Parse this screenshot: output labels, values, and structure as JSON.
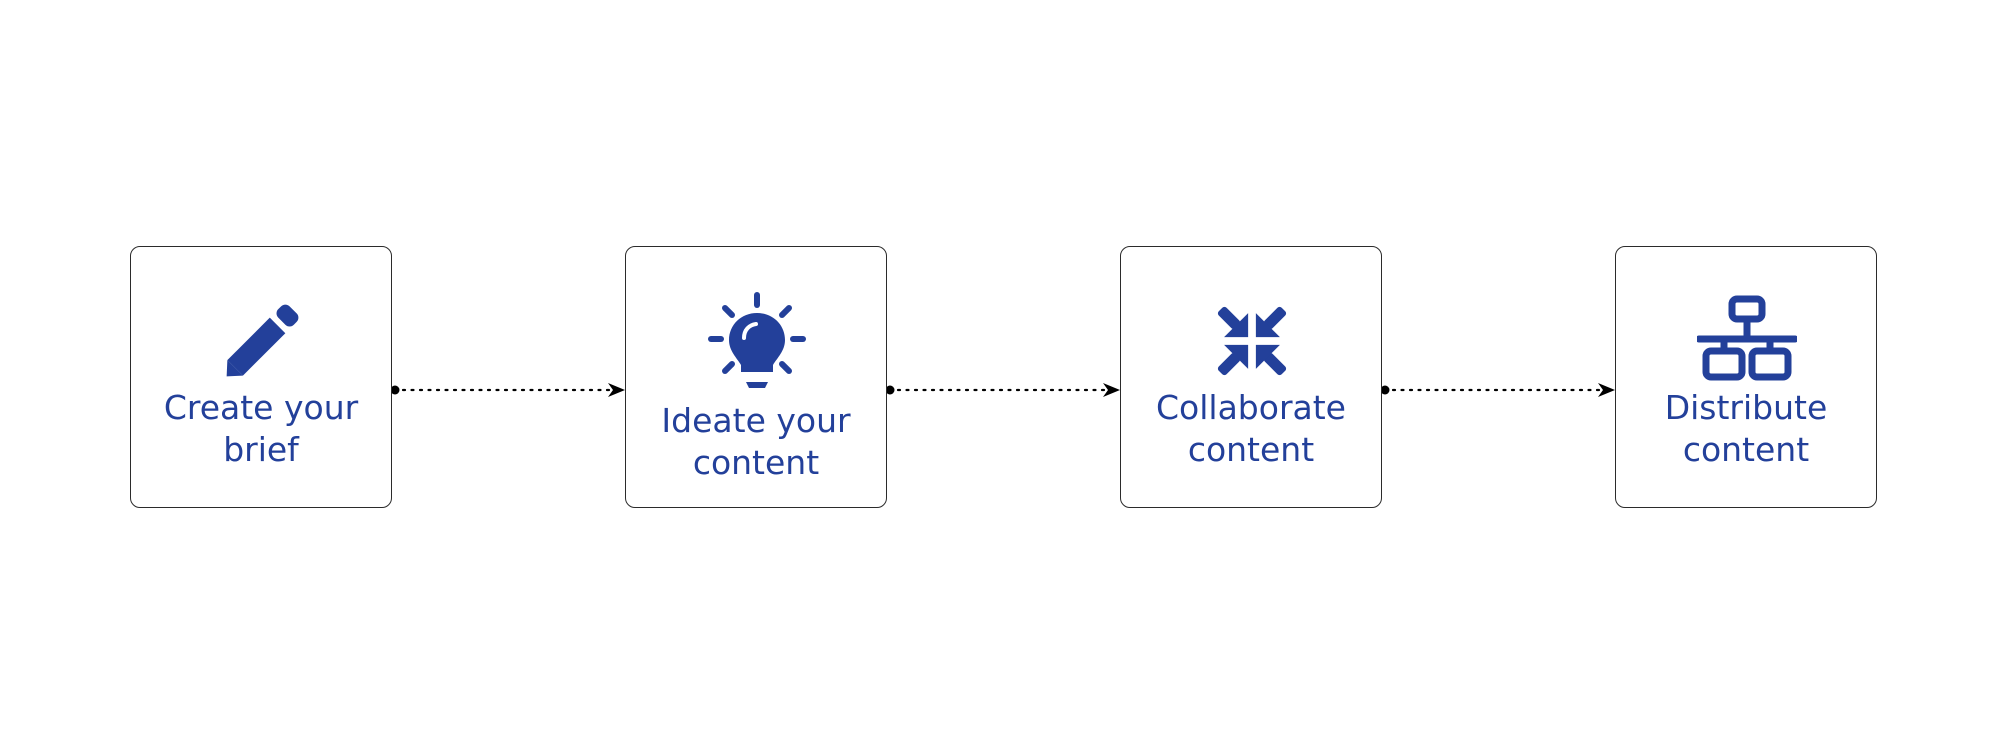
{
  "diagram": {
    "accent_color": "#23409a",
    "connector_color": "#000000",
    "steps": [
      {
        "label": "Create your\nbrief",
        "icon": "pencil-icon"
      },
      {
        "label": "Ideate your\ncontent",
        "icon": "lightbulb-icon"
      },
      {
        "label": "Collaborate\ncontent",
        "icon": "compress-arrows-icon"
      },
      {
        "label": "Distribute\ncontent",
        "icon": "network-icon"
      }
    ],
    "connectors": [
      {
        "from": "Create your brief",
        "to": "Ideate your content",
        "style": "dotted-arrow"
      },
      {
        "from": "Ideate your content",
        "to": "Collaborate content",
        "style": "dotted-arrow"
      },
      {
        "from": "Collaborate content",
        "to": "Distribute content",
        "style": "dotted-arrow"
      }
    ]
  }
}
